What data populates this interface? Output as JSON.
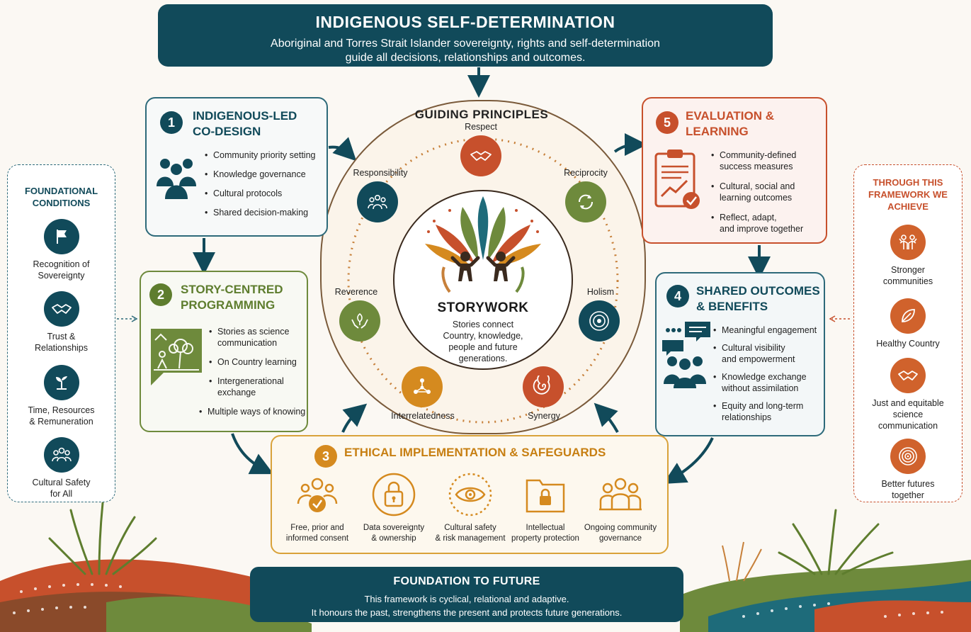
{
  "header": {
    "title": "INDIGENOUS SELF-DETERMINATION",
    "subtitle": "Aboriginal and Torres Strait Islander sovereignty, rights and self-determination\nguide all decisions, relationships and outcomes."
  },
  "foundational": {
    "title": "FOUNDATIONAL\nCONDITIONS",
    "items": [
      {
        "label": "Recognition of\nSovereignty",
        "icon": "flag-icon"
      },
      {
        "label": "Trust &\nRelationships",
        "icon": "handshake-icon"
      },
      {
        "label": "Time, Resources\n& Remuneration",
        "icon": "sprout-icon"
      },
      {
        "label": "Cultural Safety\nfor All",
        "icon": "people-icon"
      }
    ]
  },
  "achieve": {
    "title": "THROUGH THIS\nFRAMEWORK WE\nACHIEVE",
    "items": [
      {
        "label": "Stronger\ncommunities",
        "icon": "community-icon"
      },
      {
        "label": "Healthy Country",
        "icon": "leaf-icon"
      },
      {
        "label": "Just and equitable\nscience\ncommunication",
        "icon": "handshake-icon"
      },
      {
        "label": "Better futures\ntogether",
        "icon": "concentric-circles-icon"
      }
    ]
  },
  "box1": {
    "number": "1",
    "title": "INDIGENOUS-LED\nCO-DESIGN",
    "items": [
      "Community priority setting",
      "Knowledge governance",
      "Cultural protocols",
      "Shared decision-making"
    ]
  },
  "box2": {
    "number": "2",
    "title": "STORY-CENTRED\nPROGRAMMING",
    "items": [
      "Stories as science\ncommunication",
      "On Country learning",
      "Intergenerational\nexchange",
      "Multiple ways of knowing"
    ]
  },
  "box3": {
    "number": "3",
    "title": "ETHICAL IMPLEMENTATION & SAFEGUARDS",
    "items": [
      {
        "label": "Free, prior and\ninformed consent",
        "icon": "consent-icon"
      },
      {
        "label": "Data sovereignty\n& ownership",
        "icon": "lock-icon"
      },
      {
        "label": "Cultural safety\n& risk management",
        "icon": "eye-icon"
      },
      {
        "label": "Intellectual\nproperty protection",
        "icon": "folder-lock-icon"
      },
      {
        "label": "Ongoing community\ngovernance",
        "icon": "group-icon"
      }
    ]
  },
  "box4": {
    "number": "4",
    "title": "SHARED OUTCOMES\n& BENEFITS",
    "items": [
      "Meaningful engagement",
      "Cultural visibility\nand empowerment",
      "Knowledge exchange\nwithout assimilation",
      "Equity and long-term\nrelationships"
    ]
  },
  "box5": {
    "number": "5",
    "title": "EVALUATION &\nLEARNING",
    "items": [
      "Community-defined\nsuccess measures",
      "Cultural, social and\nlearning outcomes",
      "Reflect, adapt,\nand improve together"
    ]
  },
  "principles": {
    "title": "GUIDING PRINCIPLES",
    "items": [
      "Respect",
      "Reciprocity",
      "Holism",
      "Synergy",
      "Interrelatedness",
      "Reverence",
      "Responsibility"
    ]
  },
  "storywork": {
    "title": "STORYWORK",
    "text": "Stories connect\nCountry, knowledge,\npeople and future\ngenerations."
  },
  "footer": {
    "title": "FOUNDATION TO FUTURE",
    "text": "This framework is cyclical, relational and adaptive.\nIt honours the past, strengthens the present and protects future generations."
  },
  "colors": {
    "teal": "#114a5a",
    "green": "#5e7d2e",
    "orange": "#c7502c",
    "gold": "#d58a1f",
    "brown": "#7a5a3a"
  }
}
